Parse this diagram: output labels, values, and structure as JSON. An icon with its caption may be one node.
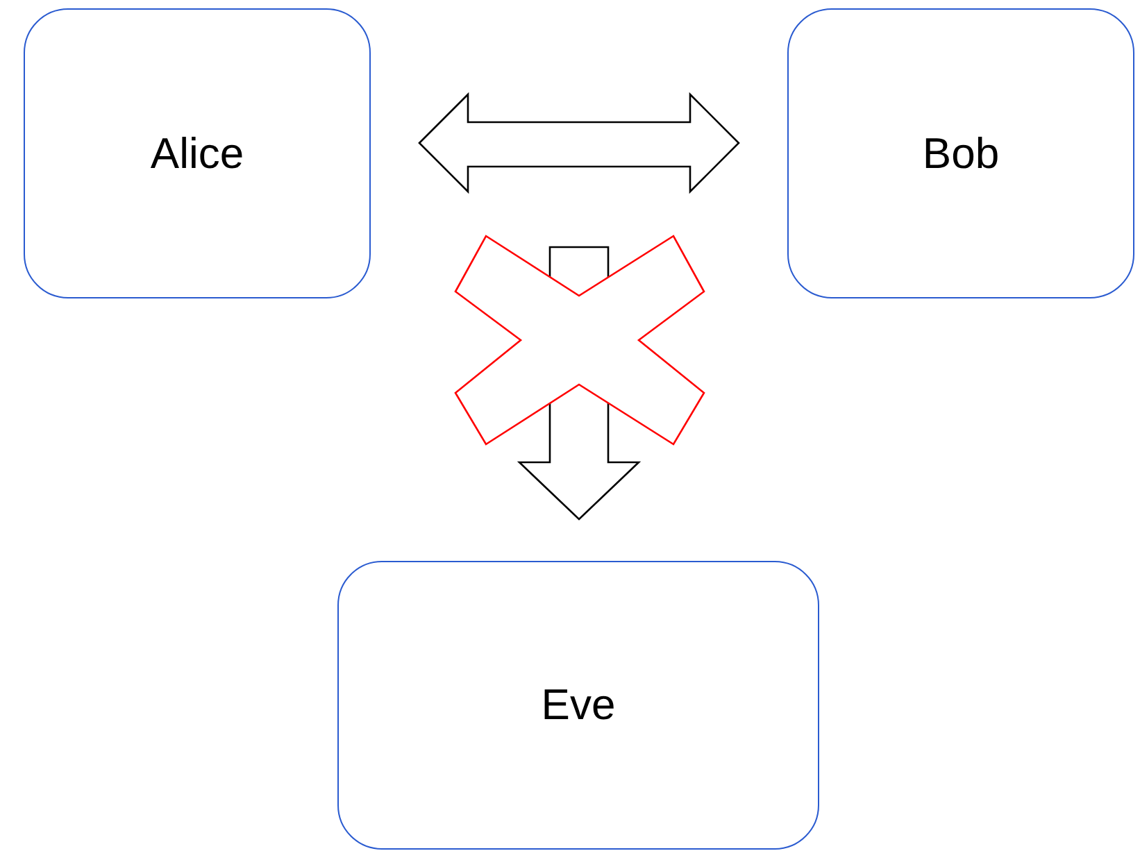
{
  "diagram": {
    "nodes": [
      {
        "text": [
          "Alice"
        ]
      },
      {
        "text": [
          "Bob"
        ]
      },
      {
        "text": [
          "Eve"
        ]
      }
    ],
    "edges": [
      {
        "from": 0,
        "to": 1,
        "arrow": "both"
      },
      {
        "from": null,
        "to": 2,
        "arrow": "to"
      }
    ]
  }
}
